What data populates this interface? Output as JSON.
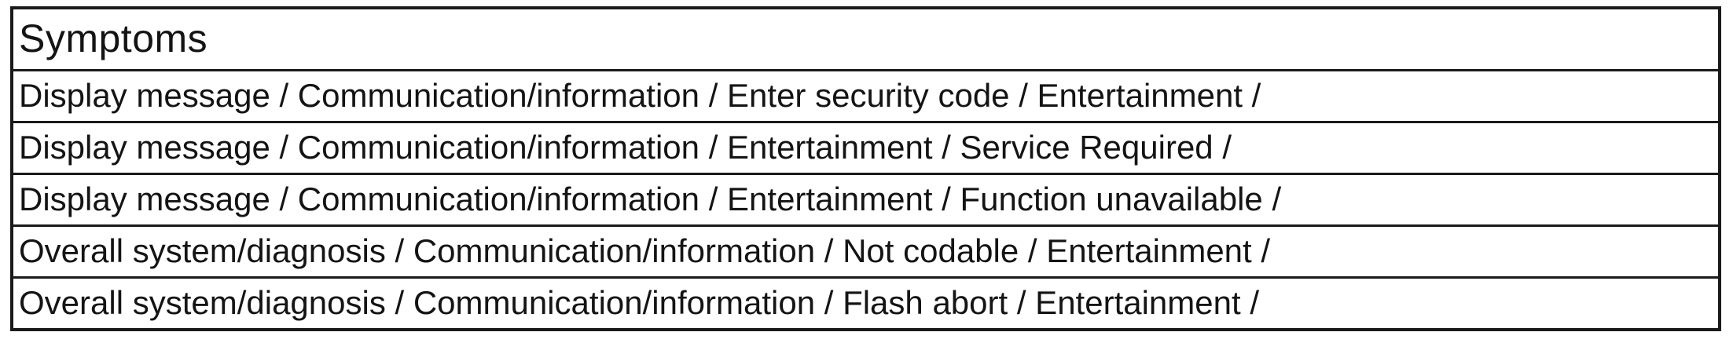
{
  "table": {
    "header": "Symptoms",
    "rows": [
      "Display message / Communication/information / Enter security code / Entertainment /",
      "Display message / Communication/information / Entertainment / Service Required /",
      "Display message / Communication/information / Entertainment / Function unavailable /",
      "Overall system/diagnosis / Communication/information / Not codable / Entertainment /",
      "Overall system/diagnosis / Communication/information / Flash abort / Entertainment /"
    ]
  },
  "colors": {
    "border": "#1a1a1a",
    "text": "#141414",
    "background": "#ffffff"
  }
}
